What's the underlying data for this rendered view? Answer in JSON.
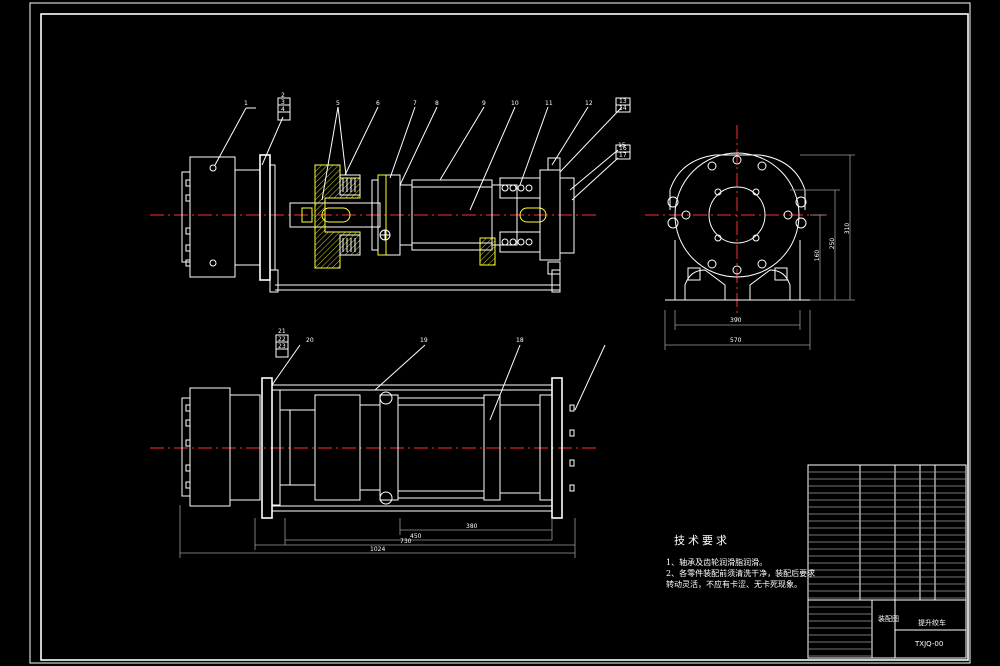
{
  "technical_requirements": {
    "title": "技术要求",
    "lines": [
      "1、轴承及齿轮润滑脂润滑。",
      "2、各零件装配前须清洗干净，装配后要求",
      "转动灵活，不应有卡涩、无卡死现象。"
    ]
  },
  "title_block": {
    "drawing_name": "提升绞车",
    "drawing_number": "TXJQ-00",
    "assembly_label": "装配图"
  },
  "part_labels_top": [
    "1",
    "2",
    "3",
    "4",
    "5",
    "6",
    "7",
    "8",
    "9",
    "10",
    "11",
    "12",
    "13",
    "14",
    "15",
    "16",
    "17"
  ],
  "part_labels_bottom": [
    "21",
    "22",
    "23",
    "20",
    "19",
    "18"
  ],
  "dimensions": {
    "top_right_width_1": "390",
    "top_right_width_2": "570",
    "top_right_height_1": "160",
    "top_right_height_2": "250",
    "top_right_height_3": "310",
    "bottom_dim_1": "380",
    "bottom_dim_2": "450",
    "bottom_dim_3": "730",
    "bottom_dim_4": "1024"
  }
}
